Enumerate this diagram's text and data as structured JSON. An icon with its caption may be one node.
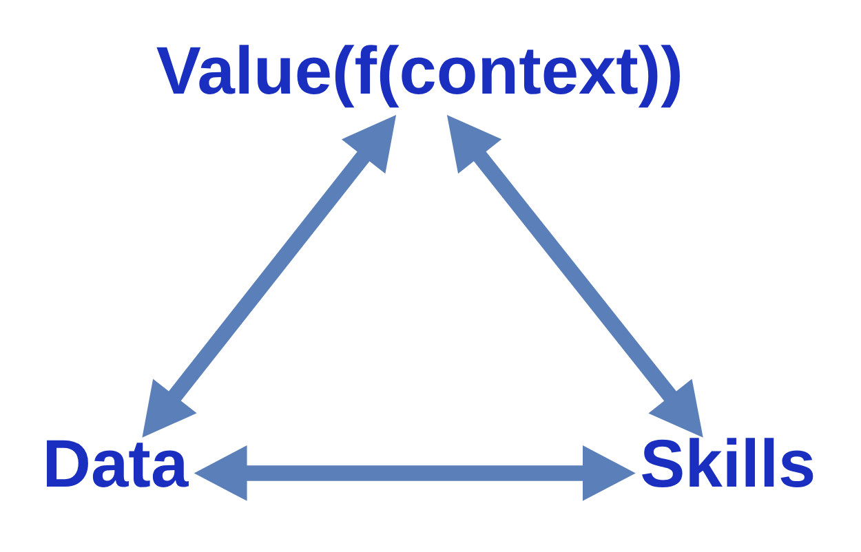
{
  "diagram": {
    "nodes": [
      {
        "text": [
          "Value(f(context))"
        ]
      },
      {
        "text": [
          "Data"
        ]
      },
      {
        "text": [
          "Skills"
        ]
      }
    ],
    "edges": [
      {
        "from": 0,
        "to": 1,
        "arrow": "both"
      },
      {
        "from": 0,
        "to": 2,
        "arrow": "both"
      },
      {
        "from": 1,
        "to": 2,
        "arrow": "both"
      }
    ]
  }
}
